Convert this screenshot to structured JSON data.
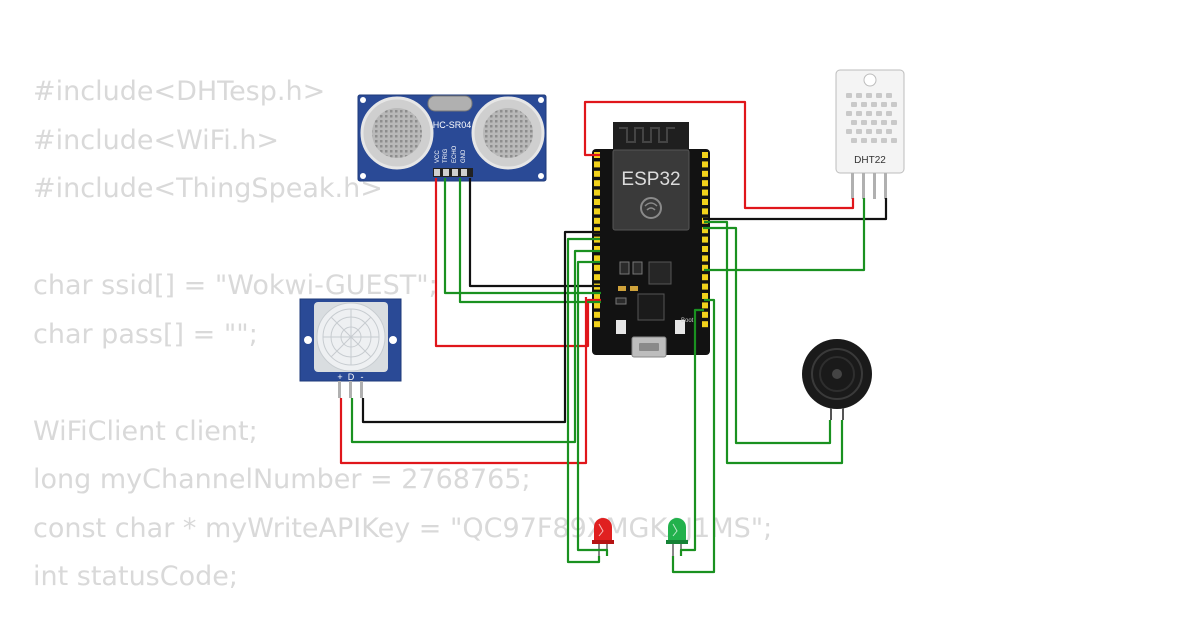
{
  "code_lines": [
    "#include<DHTesp.h>",
    "#include<WiFi.h>",
    "#include<ThingSpeak.h>",
    "",
    "char ssid[] = \"Wokwi-GUEST\";",
    "char pass[] = \"\";",
    "",
    "WiFiClient client;",
    "long myChannelNumber = 2768765;",
    "const char * myWriteAPIKey = \"QC97F89XMGKAJ1MS\";",
    "int statusCode;"
  ],
  "components": {
    "esp32": {
      "label": "ESP32",
      "boot_label": "Boot"
    },
    "ultrasonic": {
      "label": "HC-SR04",
      "pins": [
        "VCC",
        "TRIG",
        "ECHO",
        "GND"
      ]
    },
    "dht": {
      "label": "DHT22"
    },
    "pir": {
      "pins": [
        "+",
        "D",
        "-"
      ]
    },
    "buzzer": {},
    "led_red": {
      "color": "#e02020"
    },
    "led_green": {
      "color": "#22b14c"
    }
  },
  "colors": {
    "wire_red": "#e0161b",
    "wire_green": "#1a9120",
    "wire_black": "#111111",
    "board": "#121212",
    "sensor_blue": "#2a4a96",
    "code_text": "#d9d9d9"
  }
}
